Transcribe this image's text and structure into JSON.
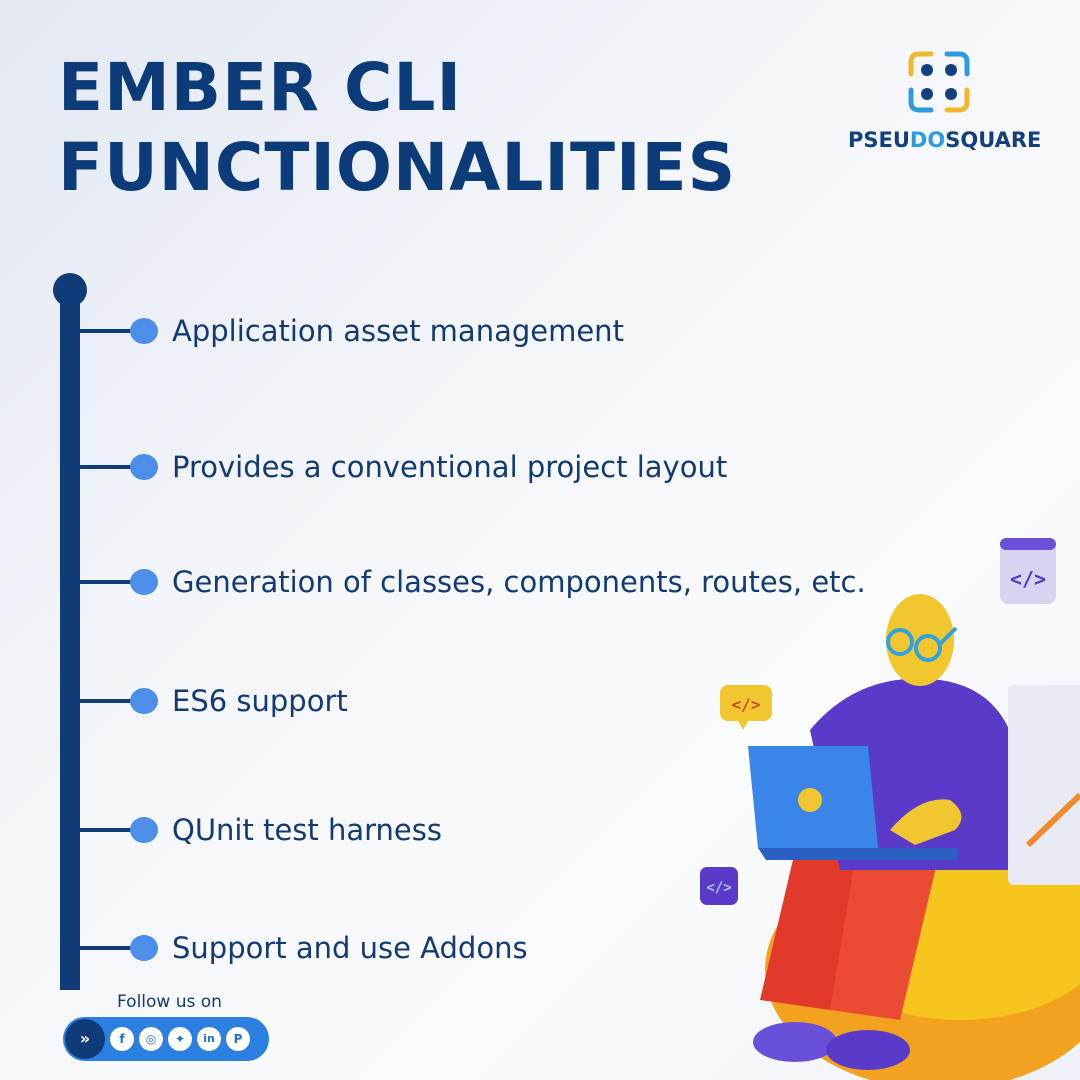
{
  "title": {
    "line1": "EMBER CLI",
    "line2": "FUNCTIONALITIES"
  },
  "logo": {
    "part1": "PSEU",
    "part2": "DO",
    "part3": "SQUARE",
    "colors": {
      "dark": "#123f7d",
      "accent": "#2e9be0",
      "yellow": "#f1b82d"
    }
  },
  "features": [
    "Application asset management",
    "Provides a conventional project layout",
    "Generation of classes, components, routes, etc.",
    "ES6 support",
    "QUnit test harness",
    "Support and use Addons"
  ],
  "footer": {
    "follow_text": "Follow us on",
    "social": [
      {
        "name": "facebook-icon",
        "glyph": "f"
      },
      {
        "name": "instagram-icon",
        "glyph": "◎"
      },
      {
        "name": "twitter-icon",
        "glyph": "✦"
      },
      {
        "name": "linkedin-icon",
        "glyph": "in"
      },
      {
        "name": "pinterest-icon",
        "glyph": "P"
      }
    ]
  },
  "illustration": {
    "code_tag_text": "</>"
  },
  "colors": {
    "primary": "#0f3c78",
    "dot": "#4d8fe8",
    "social_bar": "#2a7fe0"
  }
}
